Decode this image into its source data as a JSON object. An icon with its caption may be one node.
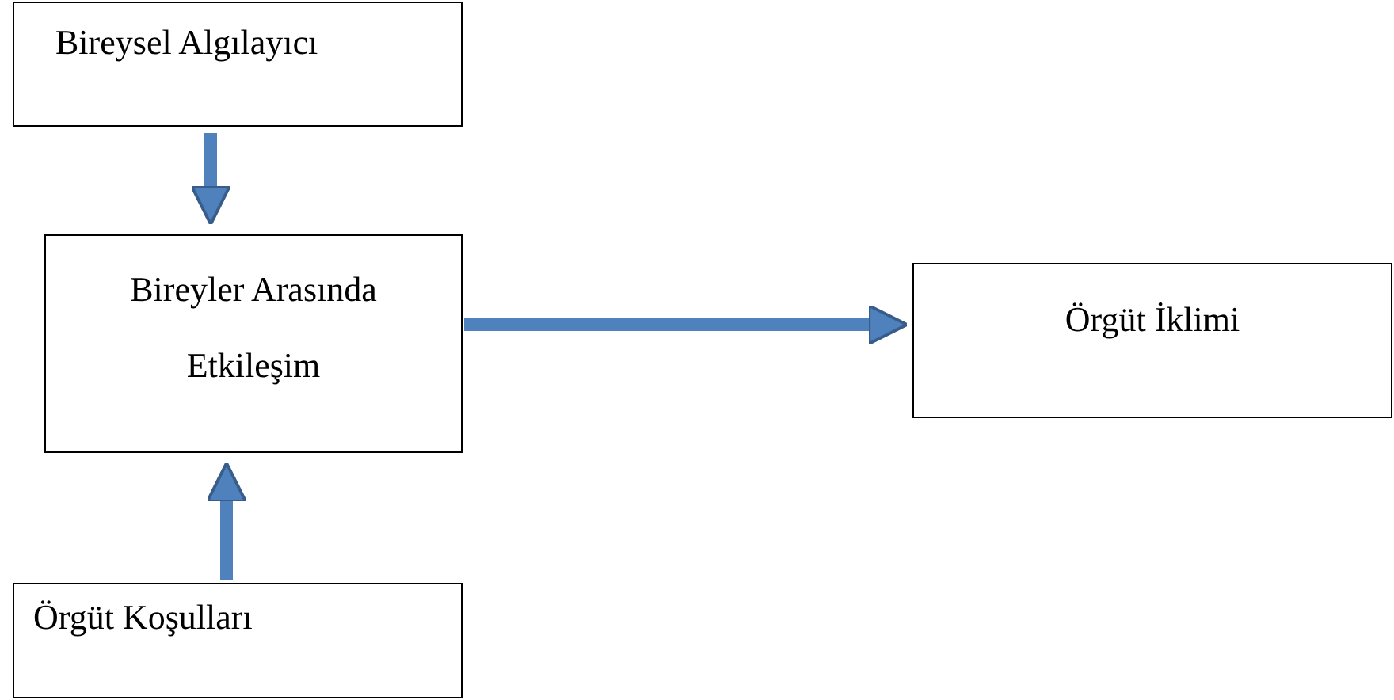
{
  "diagram": {
    "nodes": [
      {
        "text": [
          "Bireysel Algılayıcı"
        ]
      },
      {
        "text": [
          "Bireyler Arasında Etkileşim"
        ]
      },
      {
        "text": [
          "Örgüt İklimi"
        ]
      },
      {
        "text": [
          "Örgüt Koşulları"
        ]
      }
    ],
    "edges": [
      {
        "from": 0,
        "to": 1,
        "arrow": "to"
      },
      {
        "from": 3,
        "to": 1,
        "arrow": "to"
      },
      {
        "from": 1,
        "to": 2,
        "arrow": "to"
      }
    ]
  }
}
